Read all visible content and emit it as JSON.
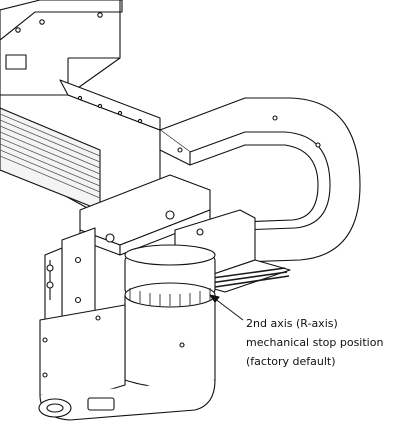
{
  "callout": {
    "line1": "2nd axis (R-axis)",
    "line2": "mechanical stop position",
    "line3": "(factory default)"
  },
  "colors": {
    "line": "#111111",
    "fill": "#ffffff",
    "shade": "#1a1a1a",
    "hatch": "#555555"
  }
}
